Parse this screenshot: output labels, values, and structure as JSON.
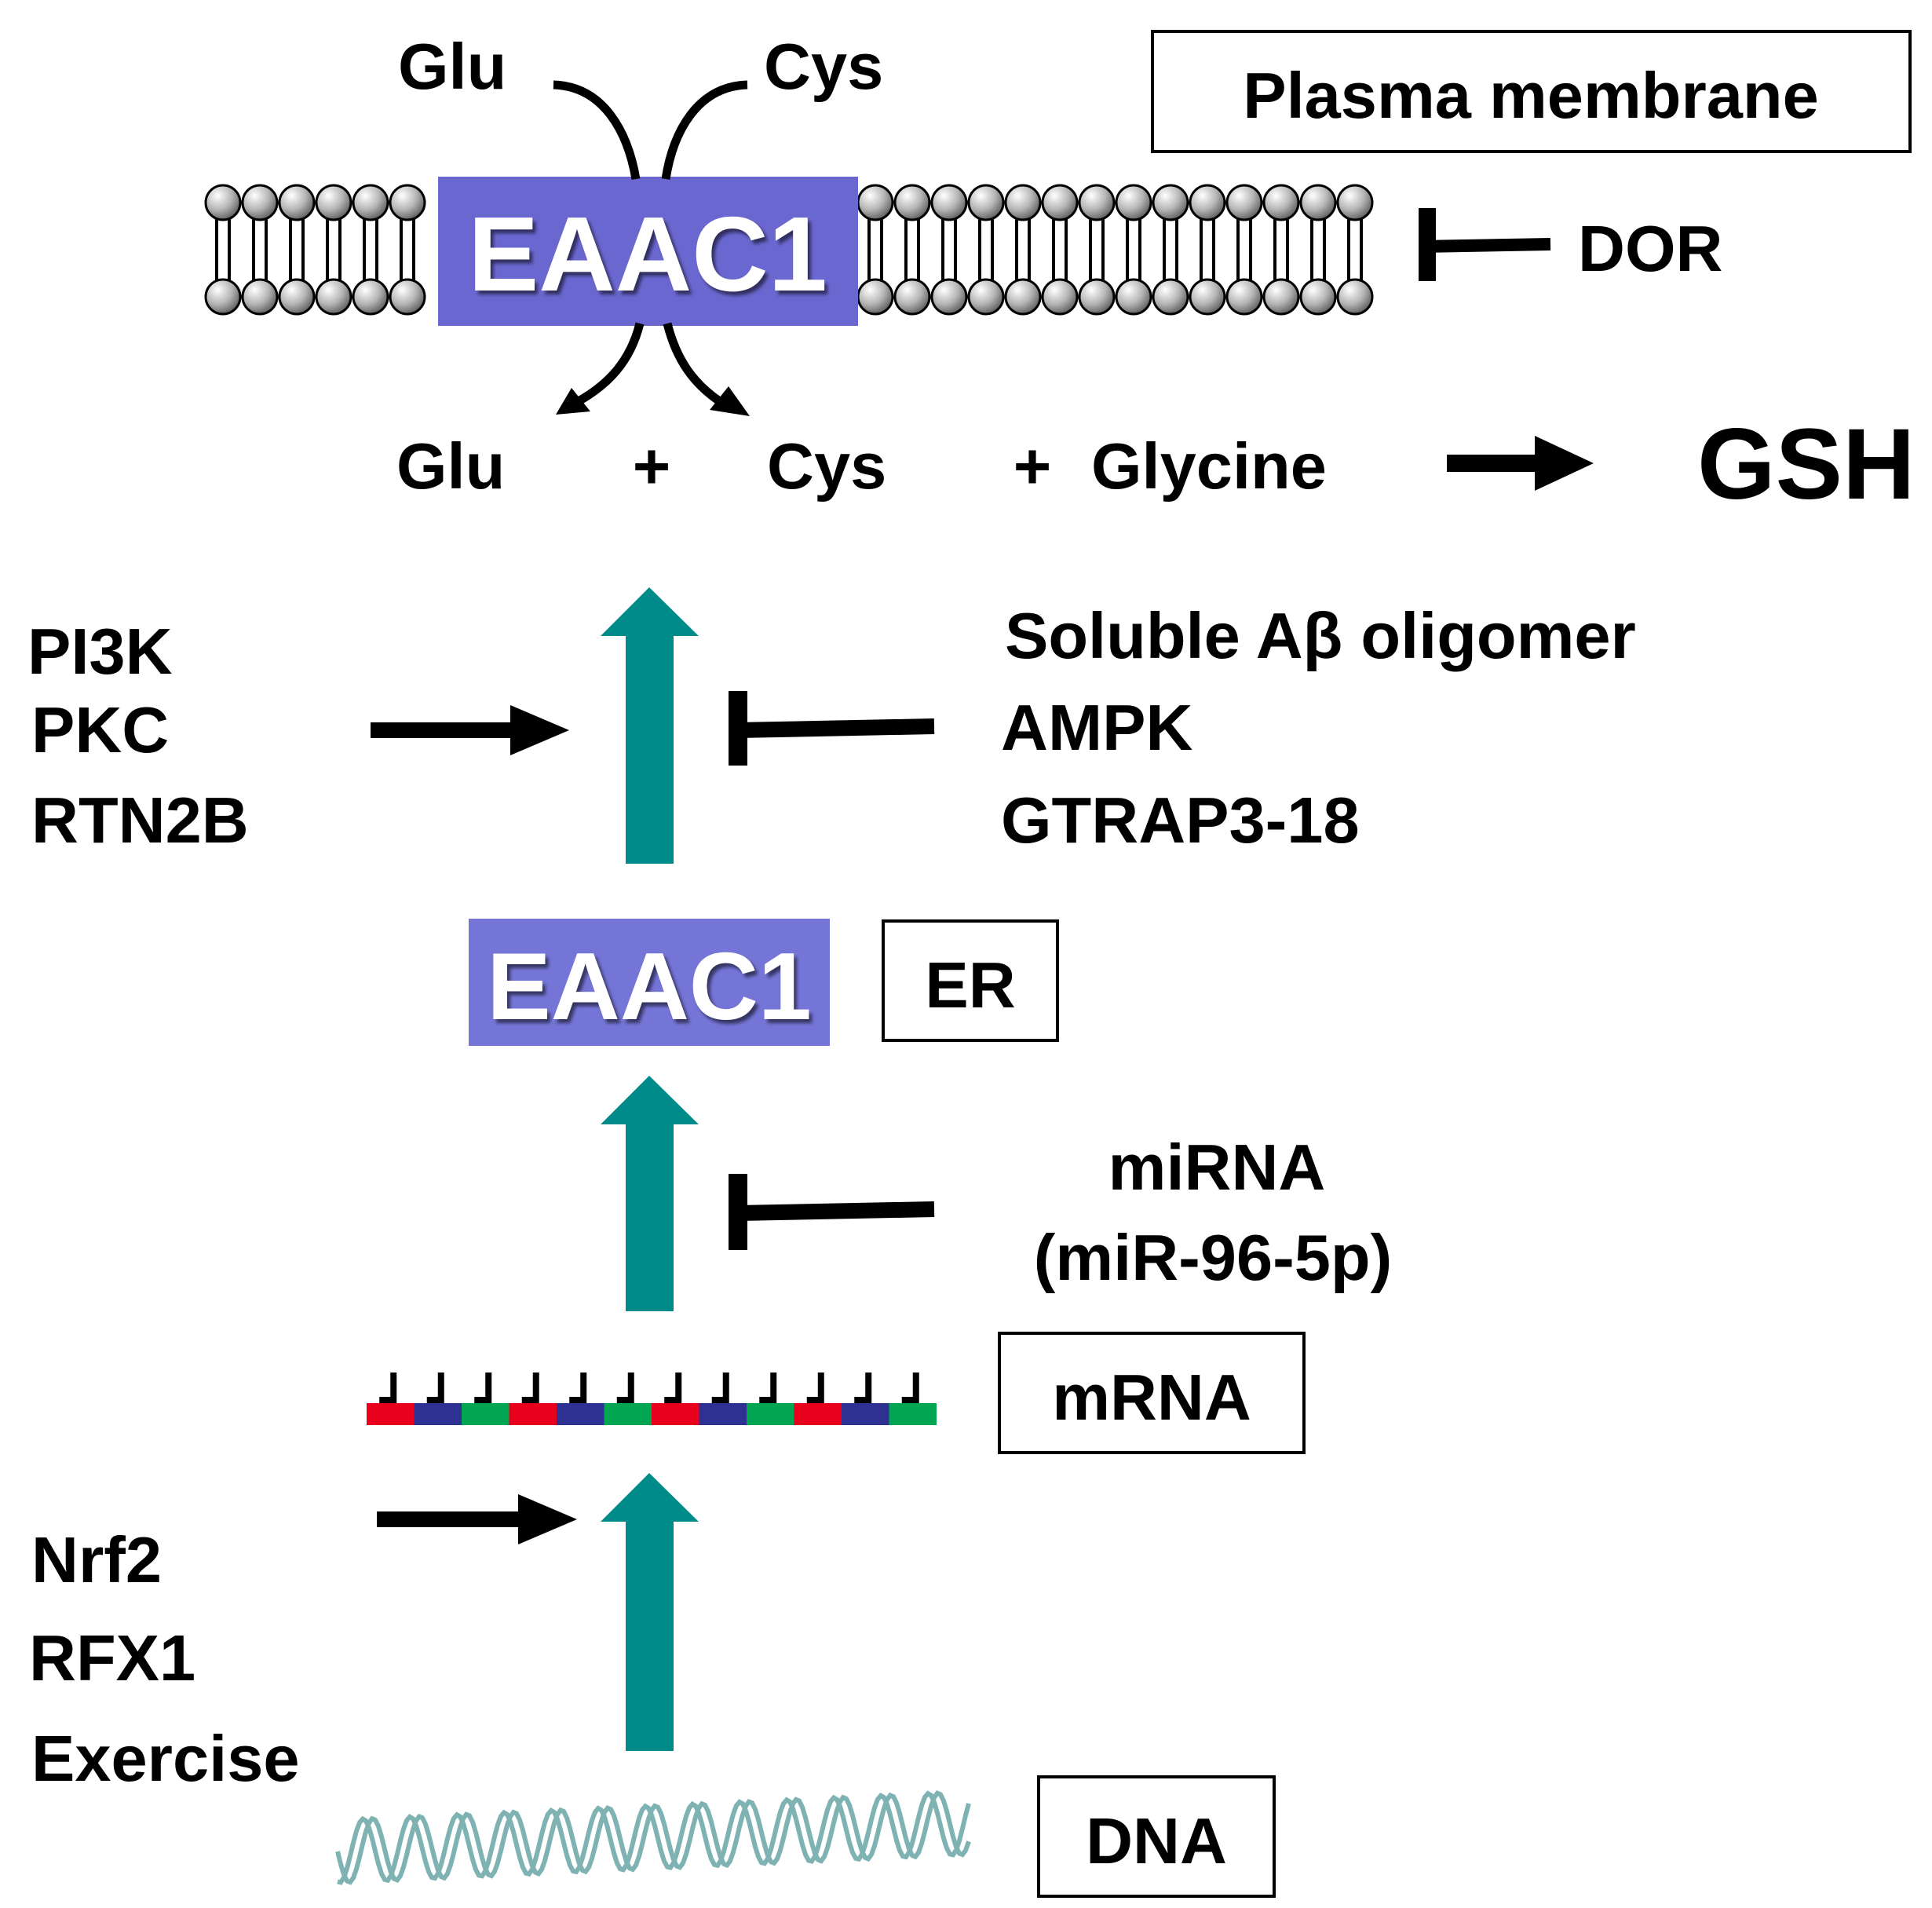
{
  "membrane": {
    "label": "Plasma membrane",
    "protein_label": "EAAC1",
    "glu_in_label": "Glu",
    "cys_in_label": "Cys",
    "inhibitor_label": "DOR"
  },
  "synthesis": {
    "glu_label": "Glu",
    "plus_1": "+",
    "cys_label": "Cys",
    "plus_2": "+",
    "glycine_label": "Glycine",
    "product_label": "GSH"
  },
  "trafficking": {
    "activators": [
      "PI3K",
      "PKC",
      "RTN2B"
    ],
    "inhibitors": [
      "Soluble Aβ oligomer",
      "AMPK",
      "GTRAP3-18"
    ]
  },
  "er": {
    "protein_label": "EAAC1",
    "compartment_label": "ER"
  },
  "translation": {
    "inhibitor_lines": [
      "miRNA",
      "(miR-96-5p)"
    ]
  },
  "mrna": {
    "label": "mRNA",
    "segment_colors": [
      "#e8001c",
      "#2e3192",
      "#00a651",
      "#e8001c",
      "#2e3192",
      "#00a651",
      "#e8001c",
      "#2e3192",
      "#00a651",
      "#e8001c",
      "#2e3192",
      "#00a651"
    ]
  },
  "transcription": {
    "activators": [
      "Nrf2",
      "RFX1",
      "Exercise"
    ]
  },
  "dna": {
    "label": "DNA"
  },
  "colors": {
    "protein_fill": "#6a67d0",
    "protein_fill_er": "#7575d8",
    "upregulation_arrow": "#008b8b",
    "dna_strand": "#7fb3b3"
  },
  "icons": [
    "lipid-bilayer-icon",
    "dna-helix-icon",
    "activation-arrow-icon",
    "inhibition-bar-icon"
  ]
}
